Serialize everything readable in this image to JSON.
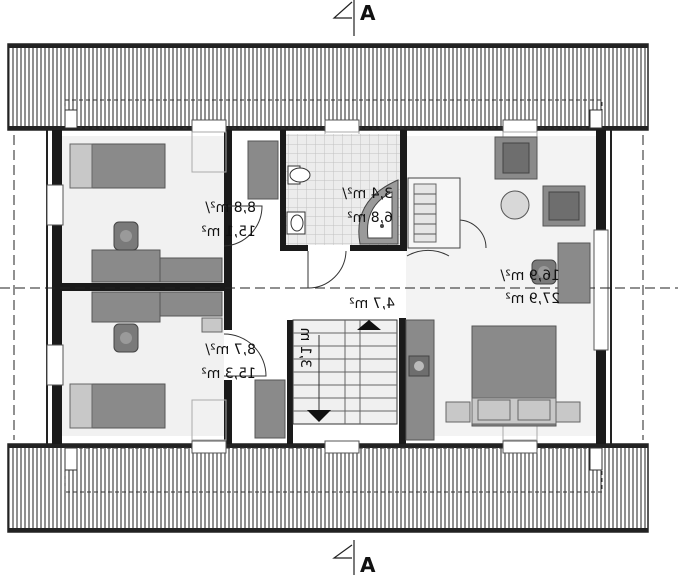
{
  "section_marker": {
    "top_label": "A",
    "bottom_label": "A"
  },
  "rooms": [
    {
      "id": "bedroom-top-left",
      "area_line1": "8,8 m²/",
      "area_line2": "15,1 m²"
    },
    {
      "id": "bedroom-bottom-left",
      "area_line1": "8,7 m²/",
      "area_line2": "15,3 m²"
    },
    {
      "id": "bathroom",
      "area_line1": "3,4 m²/",
      "area_line2": "6,8 m²"
    },
    {
      "id": "hall",
      "area_line1": "4,7 m²",
      "area_line2": ""
    },
    {
      "id": "bedroom-right",
      "area_line1": "16,9 m²/",
      "area_line2": "27,9 m²"
    }
  ],
  "stairs": {
    "label": "3,1 m"
  }
}
